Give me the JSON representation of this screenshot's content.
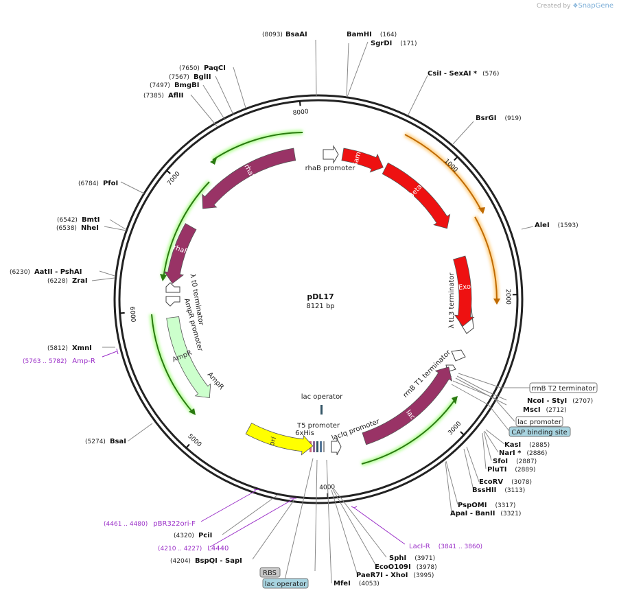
{
  "credit": {
    "prefix": "Created by",
    "brand": "SnapGene"
  },
  "plasmid": {
    "name": "pDL17",
    "length_label": "8121 bp",
    "length": 8121
  },
  "ticks": [
    "1000",
    "2000",
    "3000",
    "4000",
    "5000",
    "6000",
    "7000",
    "8000"
  ],
  "features": [
    {
      "name": "Gam",
      "label": "Gam",
      "start": 215,
      "end": 590,
      "color": "#ee1111",
      "textColor": "#ffffff"
    },
    {
      "name": "Beta",
      "label": "Beta",
      "start": 610,
      "end": 1380,
      "color": "#ee1111",
      "textColor": "#ffffff"
    },
    {
      "name": "Exo",
      "label": "Exo",
      "start": 1660,
      "end": 2270,
      "color": "#ee1111",
      "textColor": "#ffffff"
    },
    {
      "name": "lacI",
      "label": "lacI",
      "start": 3650,
      "end": 2650,
      "color": "#993366",
      "textColor": "#ffffff"
    },
    {
      "name": "ori",
      "label": "ori",
      "start": 4700,
      "end": 4110,
      "color": "#ffff00",
      "textColor": "#333333"
    },
    {
      "name": "AmpR",
      "label": "AmpR",
      "start": 5930,
      "end": 5140,
      "color": "#ccffcc",
      "textColor": "#333333"
    },
    {
      "name": "rhaR",
      "label": "rhaR",
      "start": 6760,
      "end": 6230,
      "color": "#993366",
      "textColor": "#ffffff"
    },
    {
      "name": "rhaS",
      "label": "rhaS",
      "start": 7910,
      "end": 6950,
      "color": "#993366",
      "textColor": "#ffffff"
    }
  ],
  "feature_labels": [
    {
      "name": "rhaB-promoter",
      "text": "rhaB promoter"
    },
    {
      "name": "lambda-tl3-terminator",
      "text": "λ tL3 terminator"
    },
    {
      "name": "rrnb-t1-terminator",
      "text": "rrnB T1 terminator"
    },
    {
      "name": "laciq-promoter",
      "text": "lacIq promoter"
    },
    {
      "name": "t5-promoter",
      "text": "T5 promoter"
    },
    {
      "name": "6xhis",
      "text": "6xHis"
    },
    {
      "name": "lac-operator-inner",
      "text": "lac operator"
    },
    {
      "name": "ampr-promoter",
      "text": "AmpR promoter"
    },
    {
      "name": "lambda-t0-terminator",
      "text": "λ t0 terminator"
    },
    {
      "name": "ampr-label",
      "text": "AmpR"
    }
  ],
  "sites": [
    {
      "name": "BsaAI",
      "pos": "(8093)",
      "bp": 8093
    },
    {
      "name": "BamHI",
      "pos": "(164)",
      "bp": 164
    },
    {
      "name": "SgrDI",
      "pos": "(171)",
      "bp": 171
    },
    {
      "name": "CsiI - SexAI *",
      "pos": "(576)",
      "bp": 576
    },
    {
      "name": "BsrGI",
      "pos": "(919)",
      "bp": 919
    },
    {
      "name": "AleI",
      "pos": "(1593)",
      "bp": 1593
    },
    {
      "name": "NcoI - StyI",
      "pos": "(2707)",
      "bp": 2707
    },
    {
      "name": "MscI",
      "pos": "(2712)",
      "bp": 2712
    },
    {
      "name": "KasI",
      "pos": "(2885)",
      "bp": 2885
    },
    {
      "name": "NarI *",
      "pos": "(2886)",
      "bp": 2886
    },
    {
      "name": "SfoI",
      "pos": "(2887)",
      "bp": 2887
    },
    {
      "name": "PluTI",
      "pos": "(2889)",
      "bp": 2889
    },
    {
      "name": "EcoRV",
      "pos": "(3078)",
      "bp": 3078
    },
    {
      "name": "BssHII",
      "pos": "(3113)",
      "bp": 3113
    },
    {
      "name": "PspOMI",
      "pos": "(3317)",
      "bp": 3317
    },
    {
      "name": "ApaI - BanII",
      "pos": "(3321)",
      "bp": 3321
    },
    {
      "name": "SphI",
      "pos": "(3971)",
      "bp": 3971
    },
    {
      "name": "EcoO109I",
      "pos": "(3978)",
      "bp": 3978
    },
    {
      "name": "PaeR7I - XhoI",
      "pos": "(3995)",
      "bp": 3995
    },
    {
      "name": "MfeI",
      "pos": "(4053)",
      "bp": 4053
    },
    {
      "name": "BspQI - SapI",
      "pos": "(4204)",
      "bp": 4204
    },
    {
      "name": "PciI",
      "pos": "(4320)",
      "bp": 4320
    },
    {
      "name": "BsaI",
      "pos": "(5274)",
      "bp": 5274
    },
    {
      "name": "XmnI",
      "pos": "(5812)",
      "bp": 5812
    },
    {
      "name": "AatII - PshAI",
      "pos": "(6230)",
      "bp": 6230
    },
    {
      "name": "ZraI",
      "pos": "(6228)",
      "bp": 6228
    },
    {
      "name": "BmtI",
      "pos": "(6542)",
      "bp": 6542
    },
    {
      "name": "NheI",
      "pos": "(6538)",
      "bp": 6538
    },
    {
      "name": "PfoI",
      "pos": "(6784)",
      "bp": 6784
    },
    {
      "name": "AflII",
      "pos": "(7385)",
      "bp": 7385
    },
    {
      "name": "BmgBI",
      "pos": "(7497)",
      "bp": 7497
    },
    {
      "name": "BglII",
      "pos": "(7567)",
      "bp": 7567
    },
    {
      "name": "PaqCI",
      "pos": "(7650)",
      "bp": 7650
    }
  ],
  "primers": [
    {
      "name": "LacI-R",
      "range": "(3841 .. 3860)"
    },
    {
      "name": "L4440",
      "range": "(4210 .. 4227)"
    },
    {
      "name": "pBR322ori-F",
      "range": "(4461 .. 4480)"
    },
    {
      "name": "Amp-R",
      "range": "(5763 .. 5782)"
    }
  ],
  "boxed_labels": [
    {
      "name": "rrnB T2 terminator",
      "fill": "#ffffff"
    },
    {
      "name": "lac promoter",
      "fill": "#ffffff"
    },
    {
      "name": "CAP binding site",
      "fill": "#a8d4e0"
    },
    {
      "name": "RBS",
      "fill": "#c8c8c8"
    },
    {
      "name": "lac operator",
      "fill": "#a8d4e0"
    }
  ]
}
